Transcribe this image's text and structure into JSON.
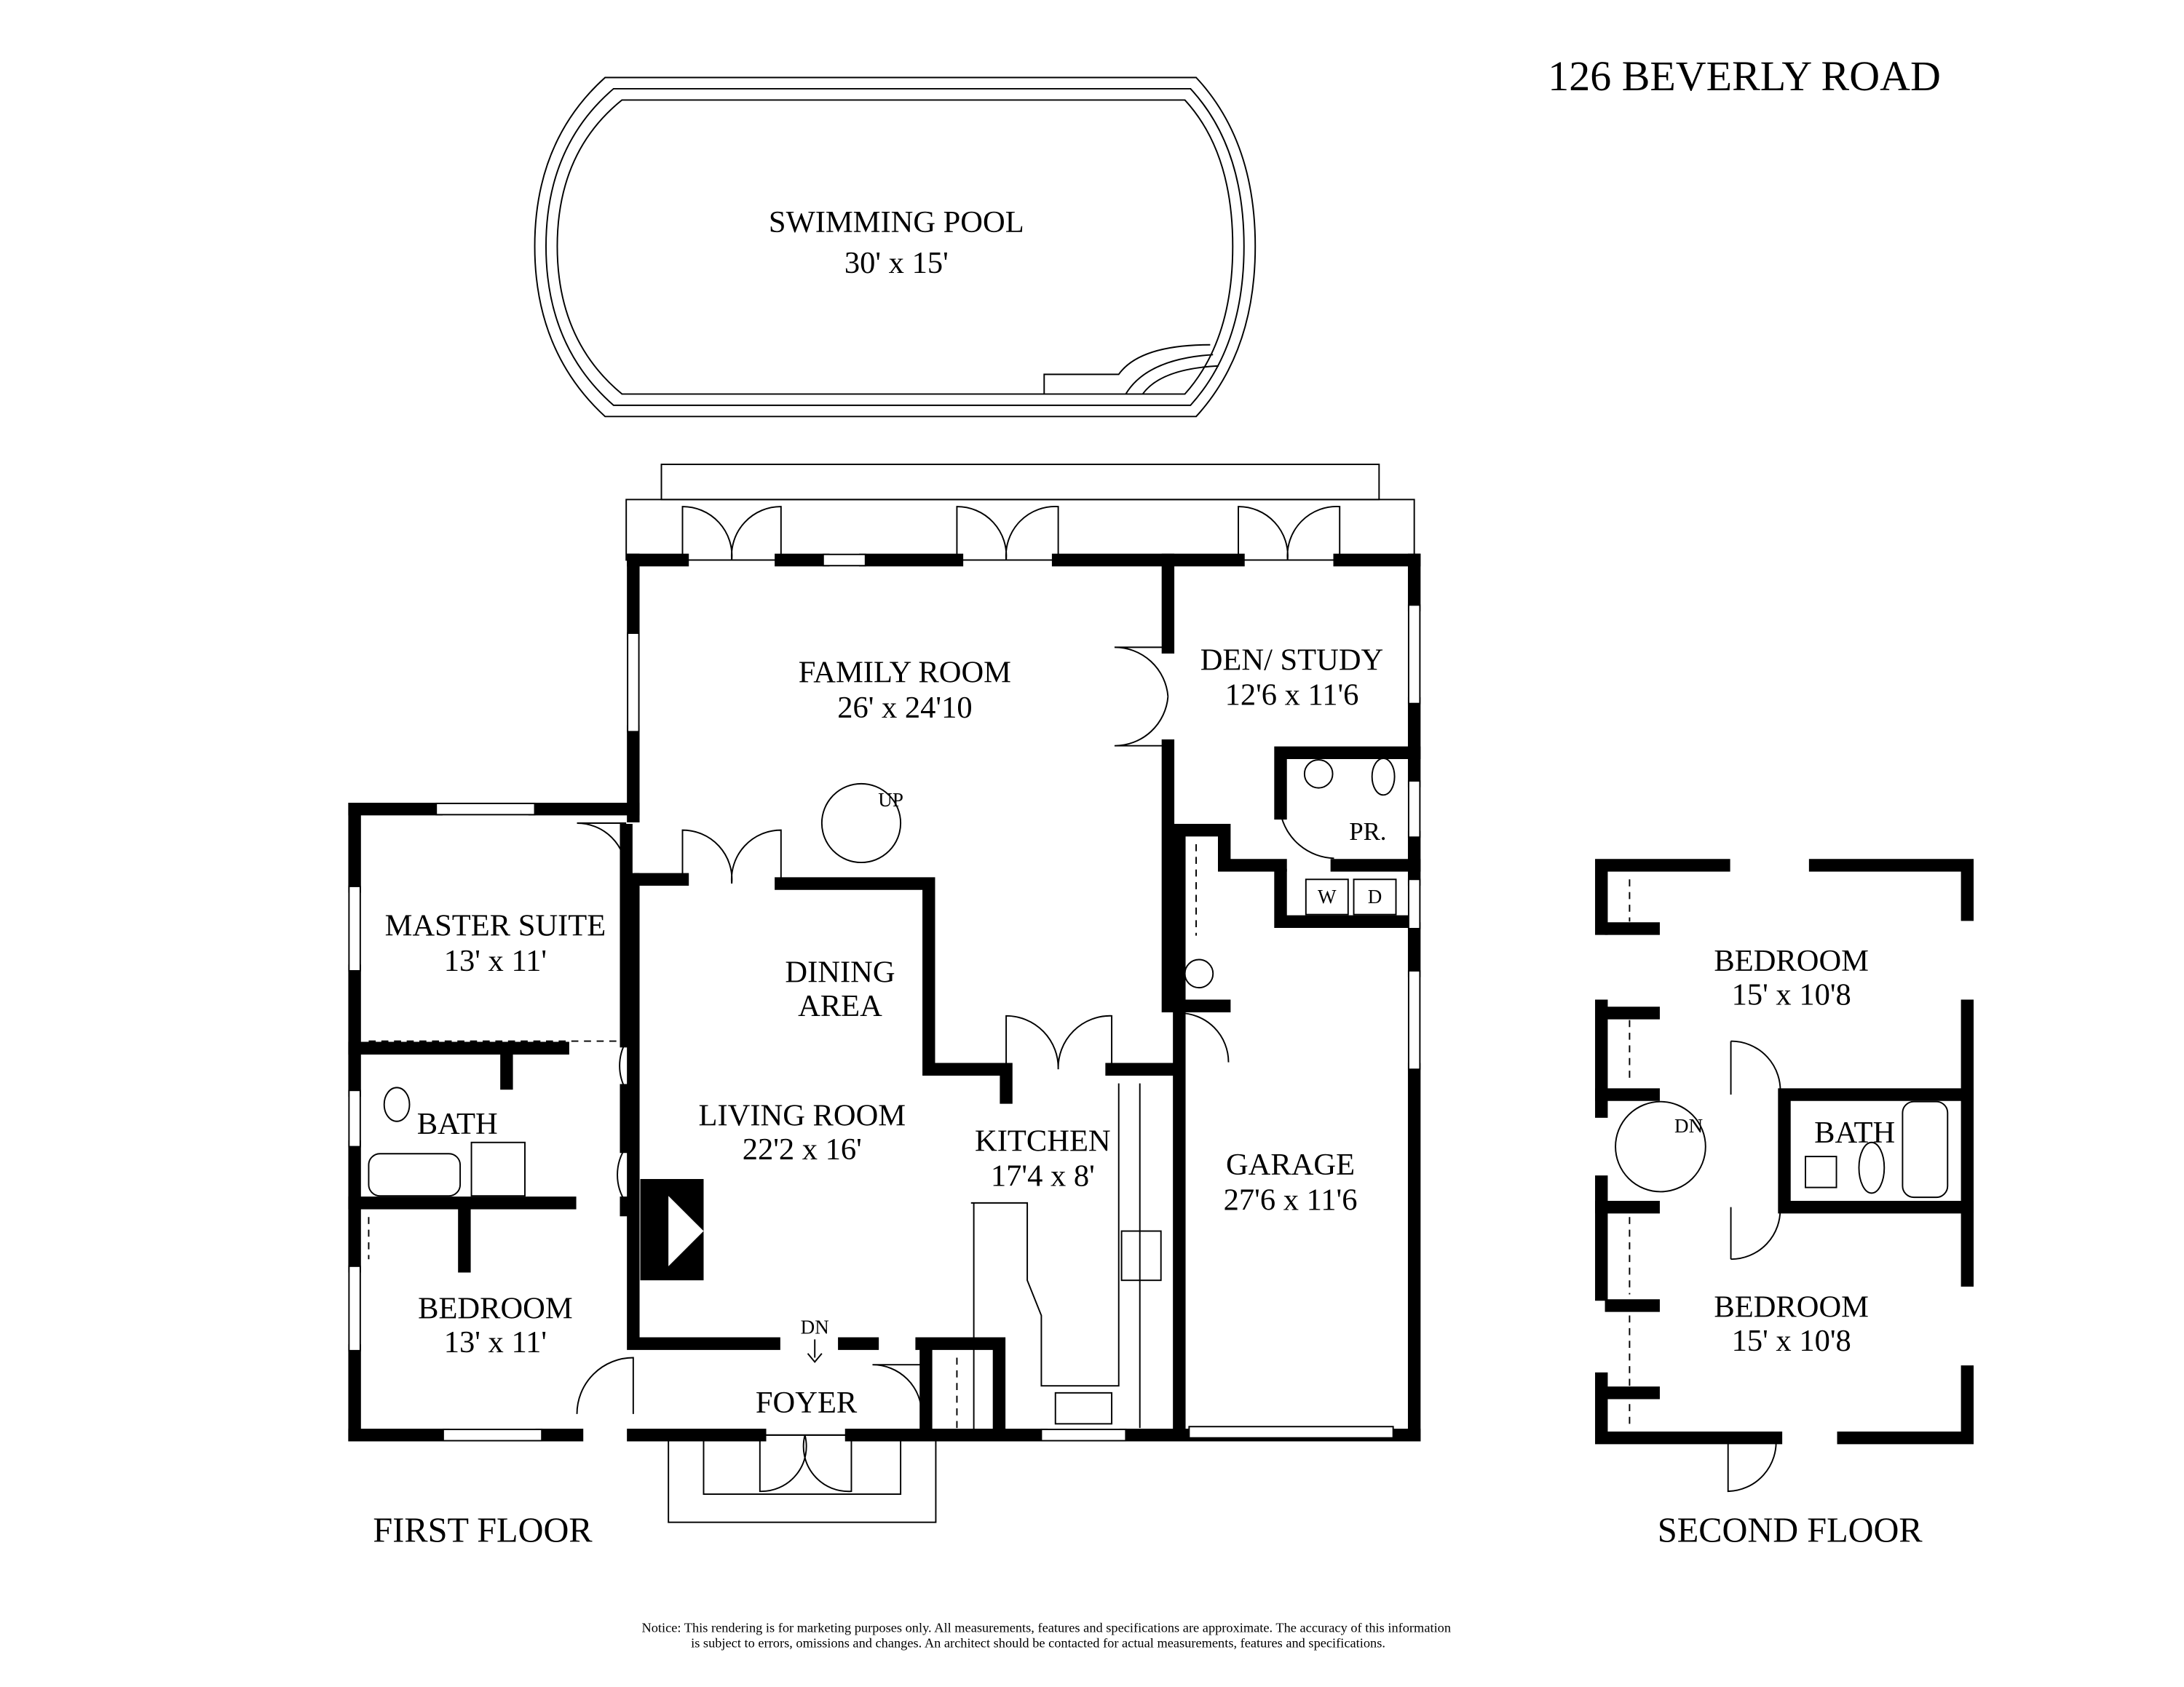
{
  "title": "126 BEVERLY ROAD",
  "rooms": {
    "pool": {
      "name": "SWIMMING POOL",
      "dims": "30' x 15'"
    },
    "family_room": {
      "name": "FAMILY ROOM",
      "dims": "26' x 24'10"
    },
    "den": {
      "name": "DEN/ STUDY",
      "dims": "12'6 x 11'6"
    },
    "powder": {
      "name": "PR."
    },
    "master_suite": {
      "name": "MASTER SUITE",
      "dims": "13' x 11'"
    },
    "dining": {
      "name1": "DINING",
      "name2": "AREA"
    },
    "living_room": {
      "name": "LIVING ROOM",
      "dims": "22'2 x 16'"
    },
    "kitchen": {
      "name": "KITCHEN",
      "dims": "17'4 x 8'"
    },
    "garage": {
      "name": "GARAGE",
      "dims": "27'6 x 11'6"
    },
    "bath1": {
      "name": "BATH"
    },
    "bedroom1": {
      "name": "BEDROOM",
      "dims": "13' x 11'"
    },
    "foyer": {
      "name": "FOYER"
    },
    "bedroom2": {
      "name": "BEDROOM",
      "dims": "15' x 10'8"
    },
    "bath2": {
      "name": "BATH"
    },
    "bedroom3": {
      "name": "BEDROOM",
      "dims": "15' x 10'8"
    }
  },
  "stairs": {
    "up": "UP",
    "dn_foyer": "DN",
    "dn_second": "DN"
  },
  "laundry": {
    "washer": "W",
    "dryer": "D"
  },
  "floors": {
    "first": "FIRST FLOOR",
    "second": "SECOND FLOOR"
  },
  "notice": {
    "line1": "Notice: This rendering is for marketing purposes only. All measurements, features and specifications are approximate. The accuracy of this information",
    "line2": "is subject to errors, omissions and changes. An architect should be contacted for actual measurements, features and specifications."
  }
}
